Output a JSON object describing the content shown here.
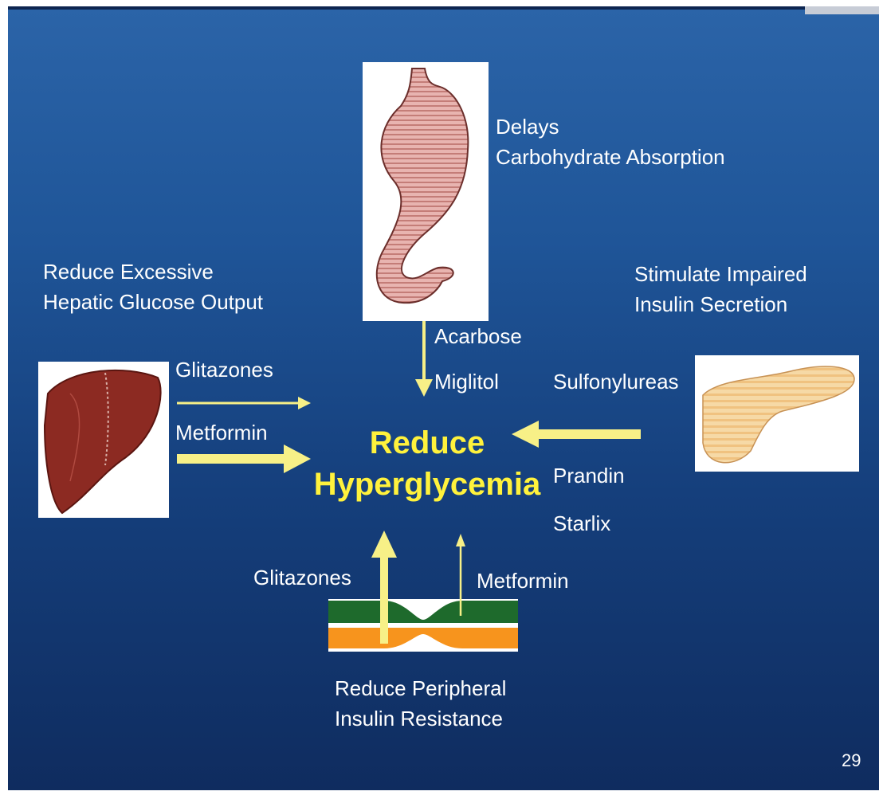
{
  "stomach_caption": [
    "Delays",
    "Carbohydrate Absorption"
  ],
  "liver_caption": [
    "Reduce Excessive",
    "Hepatic Glucose Output"
  ],
  "pancreas_caption": [
    "Stimulate Impaired",
    "Insulin Secretion"
  ],
  "muscle_caption": [
    "Reduce Peripheral",
    "Insulin Resistance"
  ],
  "center": [
    "Reduce",
    "Hyperglycemia"
  ],
  "stomach_drugs": [
    "Acarbose",
    "Miglitol"
  ],
  "liver_drugs": [
    "Glitazones",
    "Metformin"
  ],
  "pancreas_drugs": [
    "Sulfonylureas",
    "Prandin",
    "Starlix"
  ],
  "muscle_drugs": [
    "Glitazones",
    "Metformin"
  ],
  "page_number": "29",
  "colors": {
    "accent": "#fff23c",
    "arrow": "#f7f087",
    "background": "#1f5598"
  }
}
